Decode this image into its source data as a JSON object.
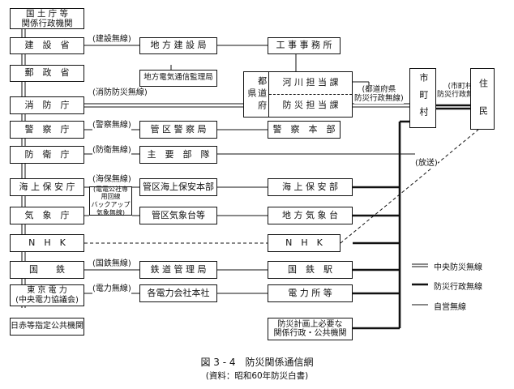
{
  "left_col": [
    {
      "top": "国 土 庁 等",
      "bottom": "関係行政機関"
    },
    {
      "label": "建　設　省"
    },
    {
      "label": "郵　政　省"
    },
    {
      "label": "消　防　庁"
    },
    {
      "label": "警　察　庁"
    },
    {
      "label": "防　衛　庁"
    },
    {
      "label": "海 上 保 安 庁"
    },
    {
      "label": "気　象　庁"
    },
    {
      "label": "N　H　K"
    },
    {
      "label": "国　　鉄"
    },
    {
      "top": "東 京 電 力",
      "bottom": "(中央電力協議会)"
    },
    {
      "label": "日赤等指定公共機関"
    }
  ],
  "link_labels": {
    "kensetsu": "(建設無線)",
    "shobo": "(消防防災無線)",
    "keisatsu": "(警察無線)",
    "boei": "(防衛無線)",
    "kaiho": "(海保無線)",
    "kokutetsu": "(国鉄無線)",
    "denryoku": "(電力無線)",
    "todofuken": [
      "(都道府県",
      "防災行政無線)"
    ],
    "shichoson": [
      "(市町村",
      "防災行政無線)"
    ],
    "hoso": "(放送)"
  },
  "backup_note": [
    "(電電公社専用回線",
    "バックアップ",
    "気象無線)"
  ],
  "mid_col": [
    "地 方 建 設 局",
    "地方電気通信監理局",
    "管 区 警 察 局",
    "主　要　部　隊",
    "管区海上保安本部",
    "管区気象台等",
    "鉄 道 管 理 局",
    "各電力会社本社"
  ],
  "pref_col": [
    "工 事 事 務 所",
    "警　察　本　部",
    "海 上 保 安 部",
    "地 方 気 象 台",
    "N　H　K",
    "国　鉄　駅",
    "電 力 所 等"
  ],
  "todofuken_box": {
    "side": "都道府県",
    "dept1": "河 川 担 当 課",
    "dept2": "防 災 担 当 課"
  },
  "pref_related": [
    "防災計画上必要な",
    "関係行政・公共機関"
  ],
  "shichoson": "市町村",
  "jumin": "住　民",
  "legend": [
    {
      "style": "double",
      "label": "中央防災無線"
    },
    {
      "style": "thick",
      "label": "防災行政無線"
    },
    {
      "style": "thin",
      "label": "自営無線"
    }
  ],
  "caption": "図 3 - 4　防災関係通信網",
  "source": "(資料：昭和60年防災白書)"
}
